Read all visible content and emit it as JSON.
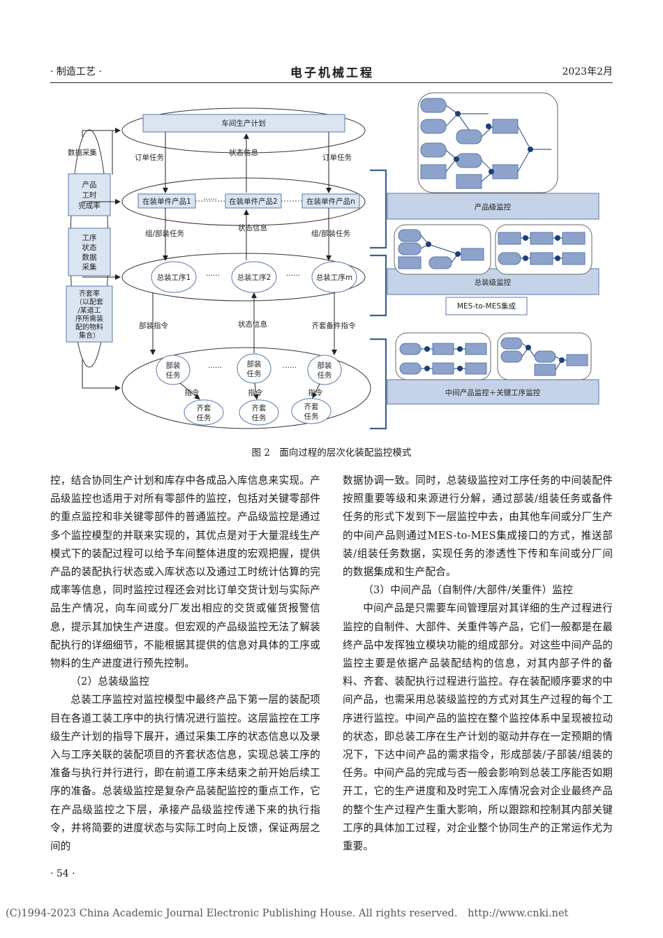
{
  "header": {
    "section": "· 制造工艺 ·",
    "journal": "电子机械工程",
    "date": "2023年2月"
  },
  "figure": {
    "caption": "图 2　面向过程的层次化装配监控模式",
    "side_label_1": "数据采集",
    "side_box_1": [
      "产品",
      "工时",
      "完成率"
    ],
    "side_box_2": [
      "工序",
      "状态",
      "数据",
      "采集"
    ],
    "side_box_3": [
      "齐套率",
      "（以配套",
      "/某道工",
      "序所需装",
      "配的物料",
      "集合）"
    ],
    "plan": "车间生产计划",
    "order_task": "订单任务",
    "status_info": "状态信息",
    "product_1": "在装单件产品1",
    "product_2": "在装单件产品2",
    "product_n": "在装单件产品n",
    "dots": "······",
    "assembly_task": "组/部装任务",
    "proc_1": "总装工序1",
    "proc_2": "总装工序2",
    "proc_m": "总装工序m",
    "part_cmd": "部装指令",
    "kit_cmd": "齐套备件指令",
    "sub_task": [
      "部装",
      "任务"
    ],
    "cmd": "指令",
    "kit_task": [
      "齐套",
      "任务"
    ],
    "panel_product": "产品级监控",
    "panel_assembly": "总装级监控",
    "mes": "MES-to-MES集成",
    "panel_mid": "中间产品监控＋关键工序监控"
  },
  "left_column": [
    {
      "kind": "cont",
      "text": "控，结合协同生产计划和库存中各成品入库信息来实现。产品级监控也适用于对所有零部件的监控，包括对关键零部件的重点监控和非关键零部件的普通监控。产品级监控是通过多个监控模型的并联来实现的，其优点是对于大量混线生产模式下的装配过程可以给予车间整体进度的宏观把握，提供产品的装配执行状态或入库状态以及通过工时统计估算的完成率等信息，同时监控过程还会对比订单交货计划与实际产品生产情况，向车间或分厂发出相应的交货或催货报警信息，提示其加快生产进度。但宏观的产品级监控无法了解装配执行的详细细节，不能根据其提供的信息对具体的工序或物料的生产进度进行预先控制。"
    },
    {
      "kind": "sec",
      "text": "（2）总装级监控"
    },
    {
      "kind": "ind",
      "text": "总装工序监控对监控模型中最终产品下第一层的装配项目在各道工装工序中的执行情况进行监控。这层监控在工序级生产计划的指导下展开，通过采集工序的状态信息以及录入与工序关联的装配项目的齐套状态信息，实现总装工序的准备与执行并行进行，即在前道工序未结束之前开始后续工序的准备。总装级监控是复杂产品装配监控的重点工作，它在产品级监控之下层，承接产品级监控传递下来的执行指令，并将简要的进度状态与实际工时向上反馈，保证两层之间的"
    }
  ],
  "right_column": [
    {
      "kind": "cont",
      "text": "数据协调一致。同时，总装级监控对工序任务的中间装配件按照重要等级和来源进行分解，通过部装/组装任务或备件任务的形式下发到下一层监控中去，由其他车间或分厂生产的中间产品则通过MES-to-MES集成接口的方式，推送部装/组装任务数据，实现任务的渗透性下传和车间或分厂间的数据集成和生产配合。"
    },
    {
      "kind": "sec",
      "text": "（3）中间产品（自制件/大部件/关重件）监控"
    },
    {
      "kind": "ind",
      "text": "中间产品是只需要车间管理层对其详细的生产过程进行监控的自制件、大部件、关重件等产品，它们一般都是在最终产品中发挥独立模块功能的组成部分。对这些中间产品的监控主要是依据产品装配结构的信息，对其内部子件的备料、齐套、装配执行过程进行监控。存在装配顺序要求的中间产品，也需采用总装级监控的方式对其生产过程的每个工序进行监控。中间产品的监控在整个监控体系中呈现被拉动的状态，即总装工序在生产计划的驱动并存在一定预期的情况下，下达中间产品的需求指令，形成部装/子部装/组装的任务。中间产品的完成与否一般会影响到总装工序能否如期开工，它的生产进度和及时完工入库情况会对企业最终产品的整个生产过程产生重大影响，所以跟踪和控制其内部关键工序的具体加工过程，对企业整个协同生产的正常运作尤为重要。"
    }
  ],
  "page_number": "· 54 ·",
  "footer": "(C)1994-2023 China Academic Journal Electronic Publishing House. All rights reserved.　http://www.cnki.net",
  "colors": {
    "box_fill": "#dbe4f1",
    "box_stroke": "#5a77a8",
    "node_fill": "#8ea3cc",
    "panel_fill": "#c5d3e8",
    "bracket": "#3e5f94",
    "dot": "#1f3f7a"
  }
}
